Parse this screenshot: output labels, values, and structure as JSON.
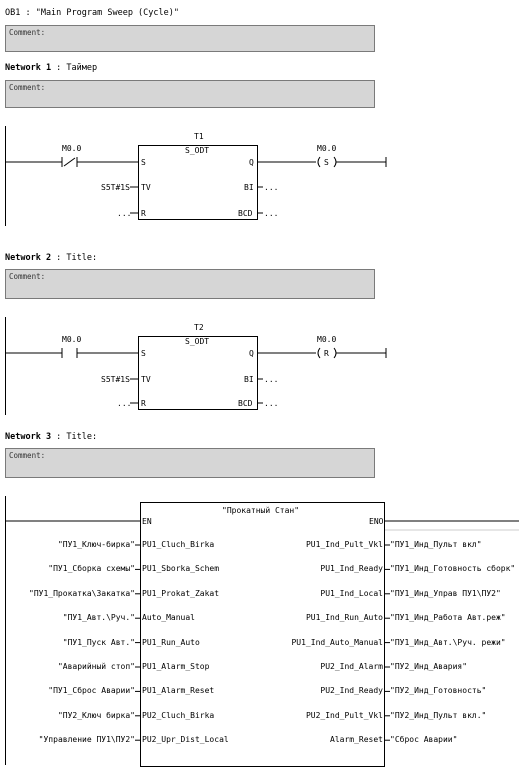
{
  "ob_header": "OB1 :  \"Main Program Sweep (Cycle)\"",
  "comment_label": "Comment:",
  "networks": [
    {
      "label": "Network 1",
      "title": "Таймер",
      "contact": {
        "address": "M0.0",
        "negated": true
      },
      "timer": {
        "name": "T1",
        "type": "S_ODT",
        "tv": "S5T#1S",
        "r_in": "...",
        "bi_out": "...",
        "bcd_out": "..."
      },
      "coil": {
        "address": "M0.0",
        "symbol": "S"
      }
    },
    {
      "label": "Network 2",
      "title": "Title:",
      "contact": {
        "address": "M0.0",
        "negated": false
      },
      "timer": {
        "name": "T2",
        "type": "S_ODT",
        "tv": "S5T#1S",
        "r_in": "...",
        "bi_out": "...",
        "bcd_out": "..."
      },
      "coil": {
        "address": "M0.0",
        "symbol": "R"
      }
    },
    {
      "label": "Network 3",
      "title": "Title:"
    }
  ],
  "pins": {
    "s": "S",
    "q": "Q",
    "tv": "TV",
    "bi": "BI",
    "r": "R",
    "bcd": "BCD"
  },
  "block": {
    "name": "\"Прокатный Стан\"",
    "en": "EN",
    "eno": "ENO",
    "inputs": [
      {
        "signal": "\"ПУ1_Ключ-бирка\"",
        "pin": "PU1_Cluch_Birka"
      },
      {
        "signal": "\"ПУ1_Сборка схемы\"",
        "pin": "PU1_Sborka_Schem"
      },
      {
        "signal": "\"ПУ1_Прокатка\\Закатка\"",
        "pin": "PU1_Prokat_Zakat"
      },
      {
        "signal": "\"ПУ1_Авт.\\Руч.\"",
        "pin": "Auto_Manual"
      },
      {
        "signal": "\"ПУ1_Пуск Авт.\"",
        "pin": "PU1_Run_Auto"
      },
      {
        "signal": "\"Аварийный стоп\"",
        "pin": "PU1_Alarm_Stop"
      },
      {
        "signal": "\"ПУ1_Сброс Аварии\"",
        "pin": "PU1_Alarm_Reset"
      },
      {
        "signal": "\"ПУ2_Ключ бирка\"",
        "pin": "PU2_Cluch_Birka"
      },
      {
        "signal": "\"Управление ПУ1\\ПУ2\"",
        "pin": "PU2_Upr_Dist_Local"
      }
    ],
    "outputs": [
      {
        "pin": "PU1_Ind_Pult_Vkl",
        "signal": "\"ПУ1_Инд_Пульт вкл\""
      },
      {
        "pin": "PU1_Ind_Ready",
        "signal": "\"ПУ1_Инд_Готовность сборк\""
      },
      {
        "pin": "PU1_Ind_Local",
        "signal": "\"ПУ1_Инд_Управ ПУ1\\ПУ2\""
      },
      {
        "pin": "PU1_Ind_Run_Auto",
        "signal": "\"ПУ1_Инд_Работа Авт.реж\""
      },
      {
        "pin": "PU1_Ind_Auto_Manual",
        "signal": "\"ПУ1_Инд_Авт.\\Руч. режи\""
      },
      {
        "pin": "PU2_Ind_Alarm",
        "signal": "\"ПУ2_Инд_Авария\""
      },
      {
        "pin": "PU2_Ind_Ready",
        "signal": "\"ПУ2_Инд_Готовность\""
      },
      {
        "pin": "PU2_Ind_Pult_Vkl",
        "signal": "\"ПУ2_Инд_Пульт вкл.\""
      },
      {
        "pin": "Alarm_Reset",
        "signal": "\"Сброс Аварии\""
      }
    ]
  }
}
